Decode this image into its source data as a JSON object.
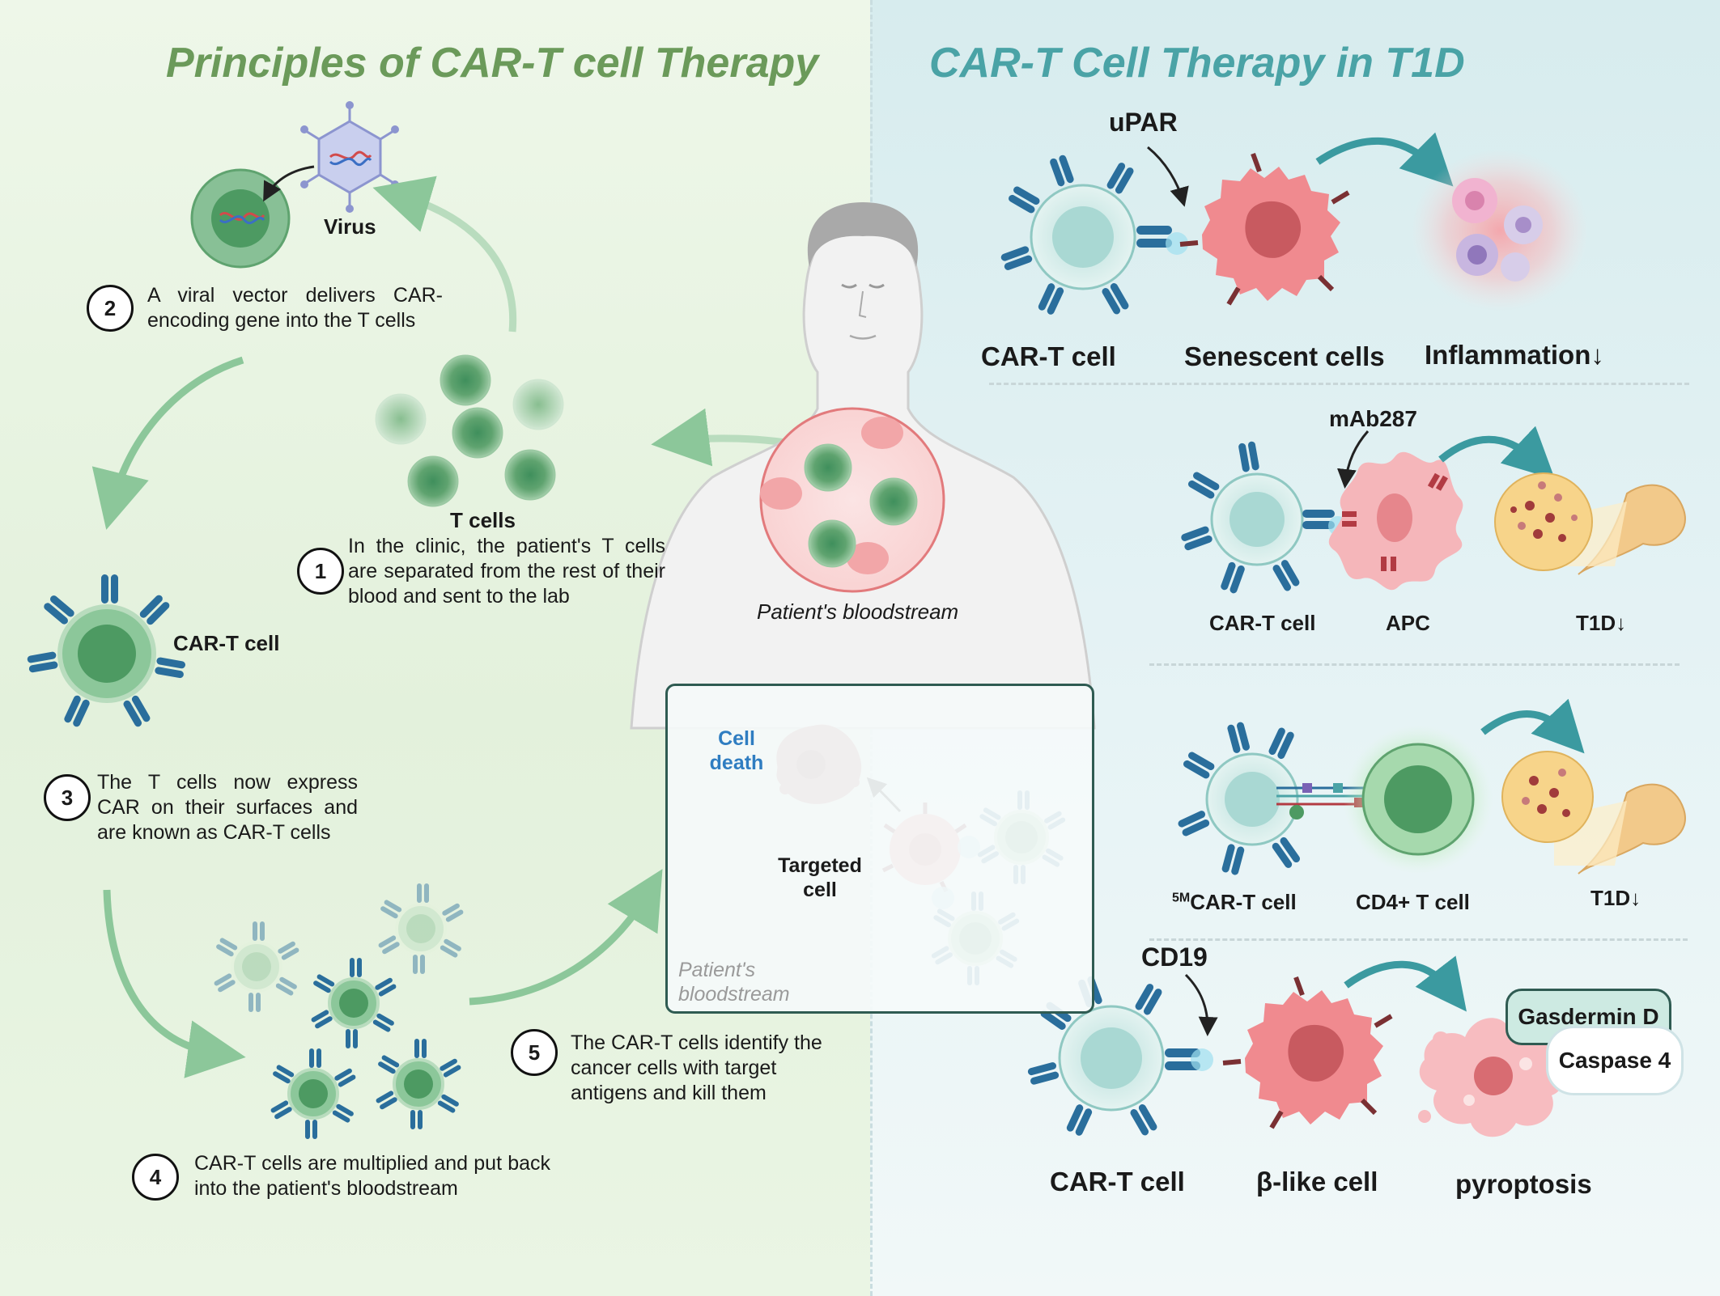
{
  "titles": {
    "left": "Principles of CAR-T cell Therapy",
    "right": "CAR-T Cell Therapy in T1D"
  },
  "principles": {
    "virus_label": "Virus",
    "t_cells_label": "T cells",
    "car_t_label": "CAR-T cell",
    "targeted_cell_label": "Targeted cell",
    "cell_death_label": "Cell death",
    "bloodstream_label": "Patient's bloodstream",
    "inset_bloodstream_label": "Patient's bloodstream",
    "steps": [
      {
        "num": "1",
        "text": "In the clinic, the patient's T cells are separated from the rest of their blood and sent to the lab"
      },
      {
        "num": "2",
        "text": "A viral vector delivers CAR-encoding gene into the T cells"
      },
      {
        "num": "3",
        "text": "The T cells now express CAR on their surfaces and are known as CAR-T cells"
      },
      {
        "num": "4",
        "text": "CAR-T cells are multiplied and put back into the patient's bloodstream"
      },
      {
        "num": "5",
        "text": "The CAR-T cells identify the cancer cells with target antigens and kill them"
      }
    ]
  },
  "t1d": {
    "row1": {
      "target": "uPAR",
      "car_t": "CAR-T cell",
      "cell": "Senescent cells",
      "outcome": "Inflammation↓"
    },
    "row2": {
      "target": "mAb287",
      "car_t": "CAR-T cell",
      "cell": "APC",
      "outcome": "T1D↓"
    },
    "row3": {
      "car_t_sup": "5M",
      "car_t": "CAR-T cell",
      "cell": "CD4+ T cell",
      "outcome": "T1D↓"
    },
    "row4": {
      "target": "CD19",
      "car_t": "CAR-T cell",
      "cell": "β-like cell",
      "outcome": "pyroptosis",
      "marker1": "Gasdermin D",
      "marker2": "Caspase 4"
    }
  },
  "colors": {
    "left_title": "#6b9a5a",
    "right_title": "#4aa3a6",
    "car_receptor": "#2a6e9c",
    "t_cell_green": "#5fa36f",
    "target_pink": "#f08a8f",
    "cell_death_blue": "#2f7dc1",
    "teal_arrow": "#3b9aa0"
  }
}
